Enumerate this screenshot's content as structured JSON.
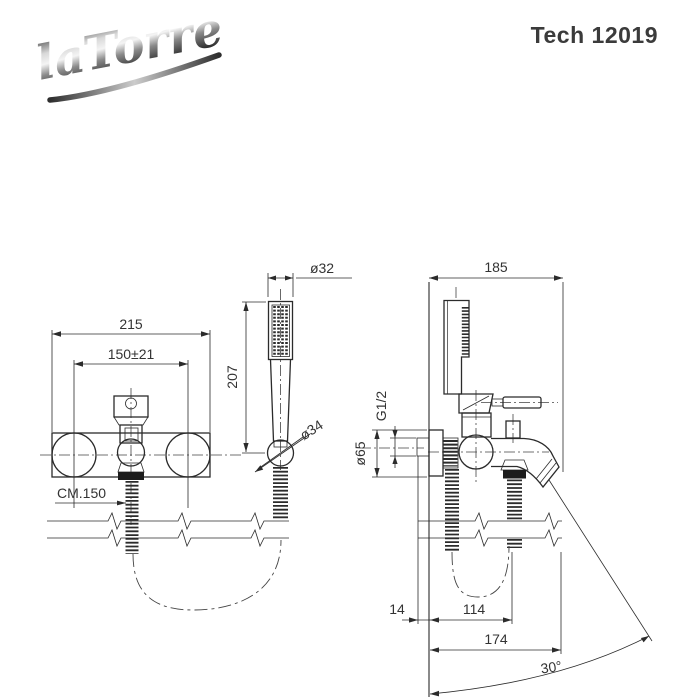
{
  "header": {
    "brand": "laTorre",
    "model": "Tech 12019"
  },
  "front_view": {
    "overall_width": "215",
    "inlet_centers": "150±21",
    "handshower_diameter": "ø32",
    "handshower_length": "207",
    "holder_diameter": "ø34",
    "hose_length": "CM.150"
  },
  "side_view": {
    "overall_depth": "185",
    "connection_thread": "G1/2",
    "rosette_diameter": "ø65",
    "wall_offset": "14",
    "outlet_distance": "114",
    "spout_reach": "174",
    "spout_angle": "30°"
  },
  "colors": {
    "line": "#2b2b2b",
    "text": "#333333",
    "background": "#ffffff"
  }
}
